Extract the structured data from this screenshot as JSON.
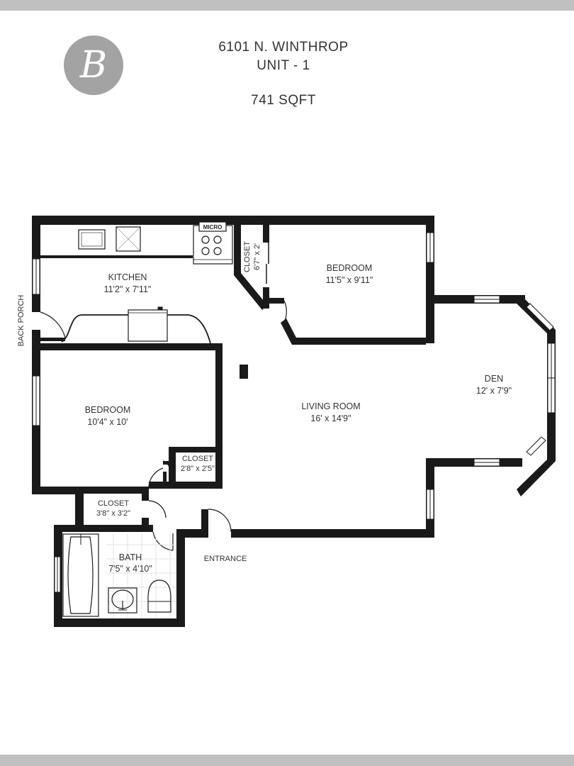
{
  "header": {
    "logo_letter": "B",
    "address": "6101 N. WINTHROP",
    "unit": "UNIT - 1",
    "area": "741 SQFT"
  },
  "rooms": {
    "kitchen": {
      "name": "KITCHEN",
      "dims": "11'2\" x 7'11\""
    },
    "bedroom_1": {
      "name": "BEDROOM",
      "dims": "11'5\" x 9'11\""
    },
    "closet_bedroom_1": {
      "name": "CLOSET",
      "dims": "6'7\" x 2'"
    },
    "den": {
      "name": "DEN",
      "dims": "12' x 7'9\""
    },
    "living_room": {
      "name": "LIVING ROOM",
      "dims": "16' x 14'9\""
    },
    "bedroom_2": {
      "name": "BEDROOM",
      "dims": "10'4\" x 10'"
    },
    "closet_bedroom_2": {
      "name": "CLOSET",
      "dims": "2'8\" x 2'5\""
    },
    "closet_hall": {
      "name": "CLOSET",
      "dims": "3'8\" x 3'2\""
    },
    "bath": {
      "name": "BATH",
      "dims": "7'5\" x 4'10\""
    }
  },
  "labels": {
    "back_porch": "BACK PORCH",
    "entrance": "ENTRANCE",
    "micro": "MICRO"
  },
  "colors": {
    "wall": "#1a1a1a",
    "frame_bar": "#c0c0c0",
    "logo_bg": "#a3a3a3"
  }
}
